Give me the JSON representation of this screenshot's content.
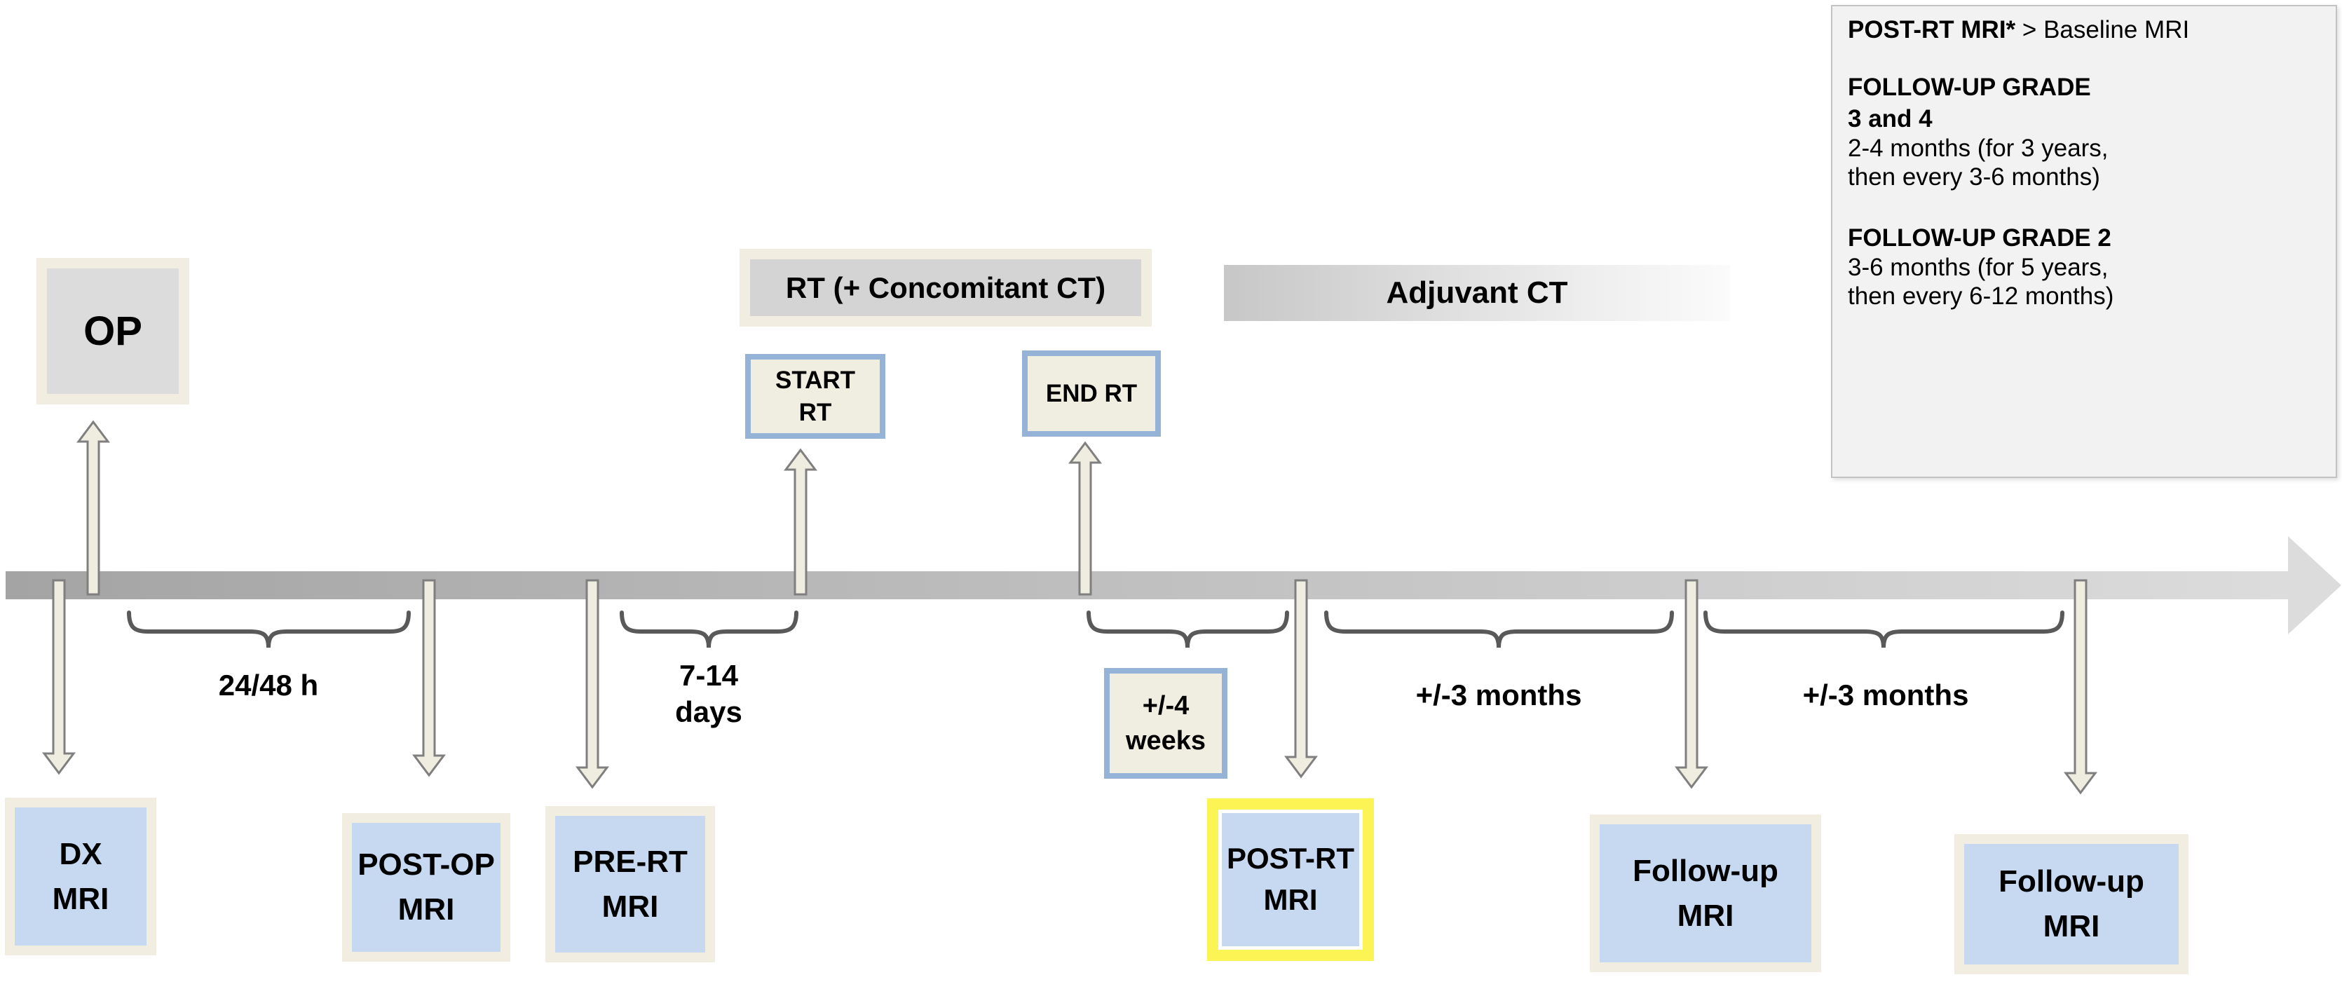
{
  "figure": {
    "type": "treatment-mri-timeline"
  },
  "colors": {
    "box_blue_fill": "#c6d9f1",
    "box_beige_border": "#f1eee1",
    "box_gray_fill": "#dcdcdc",
    "rt_bar_fill": "#d4d4d4",
    "milestone_bg": "#f0ede1",
    "blue_border": "#95b3d7",
    "yellow_border": "#fcf455",
    "timeline_dark": "#a4a4a4",
    "timeline_light": "#dcdcdc",
    "adjuvant_dark": "#c7c7c7",
    "arrow_fill": "#efede0",
    "arrow_stroke": "#7f7f7f",
    "brace_color": "#595959",
    "panel_bg": "#f2f2f2",
    "panel_border": "#c3c3c3"
  },
  "phases": {
    "op": "OP",
    "rt": "RT (+ Concomitant CT)",
    "adjuvant": "Adjuvant CT"
  },
  "milestones": {
    "start_rt": [
      "START",
      "RT"
    ],
    "end_rt": [
      "END RT"
    ]
  },
  "mri_events": {
    "dx": [
      "DX",
      "MRI"
    ],
    "post_op": [
      "POST-OP",
      "MRI"
    ],
    "pre_rt": [
      "PRE-RT",
      "MRI"
    ],
    "post_rt": [
      "POST-RT",
      "MRI"
    ],
    "follow_up_1": [
      "Follow-up",
      "MRI"
    ],
    "follow_up_2": [
      "Follow-up",
      "MRI"
    ]
  },
  "intervals": {
    "post_op_window": "24/48 h",
    "pre_rt_window": [
      "7-14",
      "days"
    ],
    "post_rt_window": [
      "+/-4",
      "weeks"
    ],
    "follow_up_window_1": "+/-3 months",
    "follow_up_window_2": "+/-3 months"
  },
  "info_panel": {
    "line1_bold": "POST-RT MRI*",
    "line1_rest": " > Baseline MRI",
    "grade34_title_line1": "FOLLOW-UP GRADE",
    "grade34_title_line2": "3 and 4",
    "grade34_body_line1": "2-4 months (for 3 years,",
    "grade34_body_line2": "then every 3-6 months)",
    "grade2_title": "FOLLOW-UP GRADE 2",
    "grade2_body_line1": "3-6 months (for 5 years,",
    "grade2_body_line2": "then every 6-12 months)"
  }
}
